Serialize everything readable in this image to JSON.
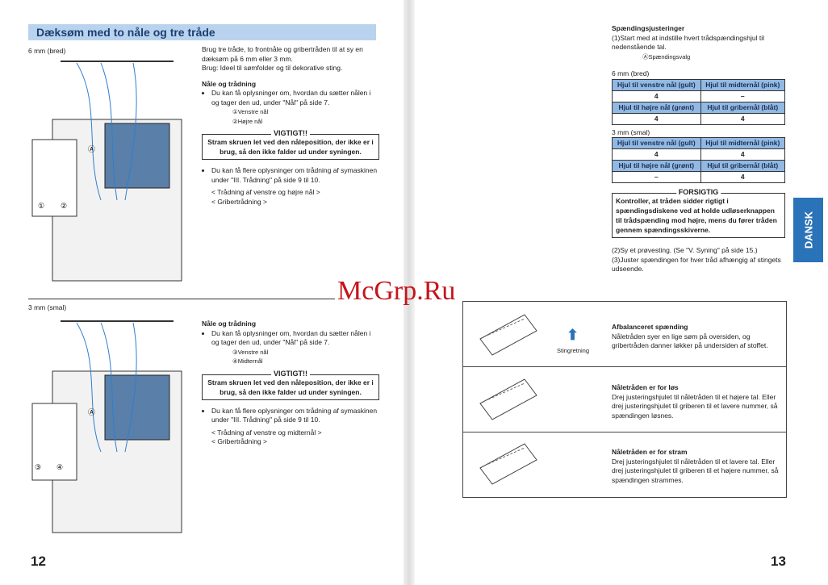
{
  "left": {
    "title": "Dæksøm med to nåle og tre tråde",
    "label_6mm": "6 mm (bred)",
    "intro": [
      "Brug tre tråde, to frontnåle og gribertråden til at sy en dæksøm på 6 mm eller 3 mm.",
      "Brug: Ideel til sømfolder og til dekorative sting."
    ],
    "s1": {
      "heading": "Nåle og trådning",
      "bullet1": "Du kan få oplysninger om, hvordan du sætter nålen i og tager den ud, under \"Nål\" på side 7.",
      "sub1": "①Venstre nål",
      "sub2": "②Højre nål",
      "warn_title": "VIGTIGT!!",
      "warn_text": "Stram skruen let ved den nåleposition, der ikke er i brug, så den ikke falder ud under syningen.",
      "bullet2": "Du kan få flere oplysninger om trådning af symaskinen under \"III. Trådning\" på side 9 til 10.",
      "link1": "< Trådning af venstre og højre nål >",
      "link2": "< Gribertrådning >"
    },
    "label_3mm": "3 mm (smal)",
    "s2": {
      "heading": "Nåle og trådning",
      "bullet1": "Du kan få oplysninger om, hvordan du sætter nålen i og tager den ud, under \"Nål\" på side 7.",
      "sub1": "③Venstre nål",
      "sub2": "④Midternål",
      "warn_title": "VIGTIGT!!",
      "warn_text": "Stram skruen let ved den nåleposition, der ikke er i brug, så den ikke falder ud under syningen.",
      "bullet2": "Du kan få flere oplysninger om trådning af symaskinen under \"III. Trådning\" på side 9 til 10.",
      "link1": "< Trådning af venstre og midternål >",
      "link2": "< Gribertrådning >"
    },
    "fig1_labels": [
      "Ⓐ",
      "①",
      "②"
    ],
    "fig2_labels": [
      "Ⓐ",
      "③",
      "④"
    ],
    "page": "12"
  },
  "right": {
    "heading": "Spændingsjusteringer",
    "step1": "(1)Start med at indstille hvert trådspændingshjul til nedenstående tal.",
    "step1_sub": "ⒶSpændingsvalg",
    "t1_label": "6 mm (bred)",
    "t1": [
      [
        "Hjul til venstre nål (gult)",
        "Hjul til midternål (pink)"
      ],
      [
        "4",
        "–"
      ],
      [
        "Hjul til højre nål (grønt)",
        "Hjul til gribernål (blåt)"
      ],
      [
        "4",
        "4"
      ]
    ],
    "t2_label": "3 mm (smal)",
    "t2": [
      [
        "Hjul til venstre nål (gult)",
        "Hjul til midternål (pink)"
      ],
      [
        "4",
        "4"
      ],
      [
        "Hjul til højre nål (grønt)",
        "Hjul til gribernål (blåt)"
      ],
      [
        "–",
        "4"
      ]
    ],
    "caution_title": "FORSIGTIG",
    "caution_text": "Kontroller, at tråden sidder rigtigt i spændingsdiskene ved at holde udløserknappen til trådspænding mod højre, mens du fører tråden gennem spændingsskiverne.",
    "step2": "(2)Sy et prøvesting. (Se \"V. Syning\" på side 15.)",
    "step3": "(3)Juster spændingen for hver tråd afhængig af stingets udseende.",
    "arrow_label": "Stingretning",
    "rows": [
      {
        "title": "Afbalanceret spænding",
        "text": "Nåletråden syer en lige søm på oversiden, og gribertråden danner løkker på undersiden af stoffet."
      },
      {
        "title": "Nåletråden er for løs",
        "text": "Drej justeringshjulet til nåletråden til et højere tal. Eller drej justeringshjulet til griberen til et lavere nummer, så spændingen løsnes."
      },
      {
        "title": "Nåletråden er for stram",
        "text": "Drej justeringshjulet til nåletråden til et lavere tal. Eller drej justeringshjulet til griberen til et højere nummer, så spændingen strammes."
      }
    ],
    "side_tab": "DANSK",
    "page": "13"
  },
  "watermark": "McGrp.Ru"
}
